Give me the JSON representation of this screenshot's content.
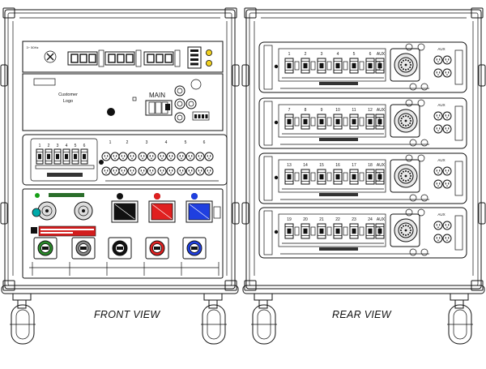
{
  "captions": {
    "front": "FRONT VIEW",
    "rear": "REAR  VIEW"
  },
  "front": {
    "meter_panel": {
      "tag": "3~ 50Hz"
    },
    "main_panel": {
      "customer_logo": "Customer\nLogo",
      "main_label": "MAIN"
    },
    "breaker_panel": {
      "breaker_numbers": [
        "1",
        "2",
        "3",
        "4",
        "5",
        "6"
      ],
      "outlet_numbers": [
        "1",
        "2",
        "3",
        "4",
        "5",
        "6"
      ]
    },
    "connector_panel": {
      "phase_colors": [
        "#111111",
        "#e02020",
        "#1f3fe0"
      ]
    }
  },
  "rear": {
    "panels": [
      {
        "channels": [
          "1",
          "2",
          "3",
          "4",
          "5",
          "6"
        ],
        "aux": "AUX"
      },
      {
        "channels": [
          "7",
          "8",
          "9",
          "10",
          "11",
          "12"
        ],
        "aux": "AUX"
      },
      {
        "channels": [
          "13",
          "14",
          "15",
          "16",
          "17",
          "18"
        ],
        "aux": "AUX"
      },
      {
        "channels": [
          "19",
          "20",
          "21",
          "22",
          "23",
          "24"
        ],
        "aux": "AUX"
      }
    ]
  }
}
